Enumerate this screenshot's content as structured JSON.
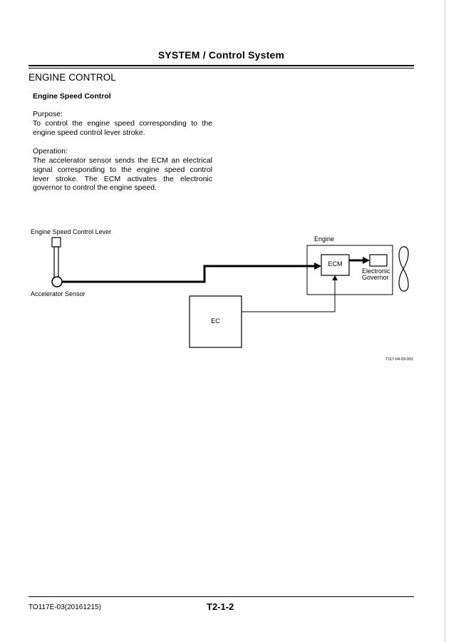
{
  "header": {
    "title": "SYSTEM / Control System"
  },
  "section": {
    "title": "ENGINE CONTROL",
    "subtitle": "Engine Speed Control",
    "purpose_label": "Purpose:",
    "purpose_text": "To control the engine speed corresponding to the engine speed control lever stroke.",
    "operation_label": "Operation:",
    "operation_text": "The accelerator sensor sends the ECM an electrical signal corresponding to the engine speed control lever stroke. The ECM activates the electronic governor to control the engine speed."
  },
  "diagram": {
    "lever_label": "Engine Speed Control Lever",
    "sensor_label": "Accelerator Sensor",
    "engine_label": "Engine",
    "ecm_label": "ECM",
    "governor_label_line1": "Electronic",
    "governor_label_line2": "Governor",
    "ec_label": "EC",
    "figure_id": "T117-04-03-001"
  },
  "footer": {
    "doc_code": "TO117E-03(20161215)",
    "page_number": "T2-1-2"
  }
}
